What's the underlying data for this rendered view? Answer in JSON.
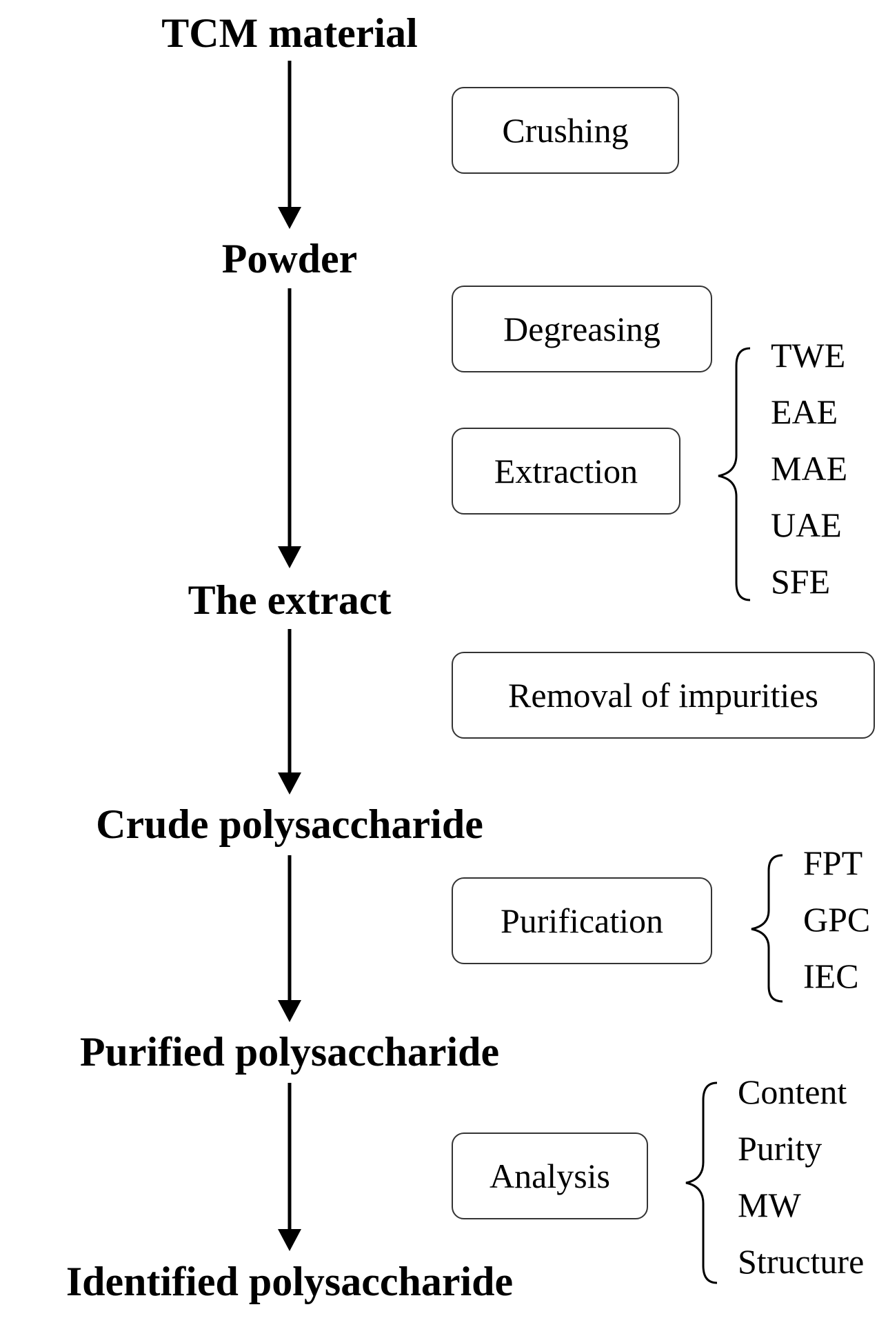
{
  "stages": [
    "TCM material",
    "Powder",
    "The extract",
    "Crude polysaccharide",
    "Purified polysaccharide",
    "Identified polysaccharide"
  ],
  "steps": {
    "crushing": "Crushing",
    "degreasing": "Degreasing",
    "extraction": "Extraction",
    "removal": "Removal of impurities",
    "purification": "Purification",
    "analysis": "Analysis"
  },
  "methods": {
    "extraction": [
      "TWE",
      "EAE",
      "MAE",
      "UAE",
      "SFE"
    ],
    "purification": [
      "FPT",
      "GPC",
      "IEC"
    ],
    "analysis": [
      "Content",
      "Purity",
      "MW",
      "Structure"
    ]
  }
}
